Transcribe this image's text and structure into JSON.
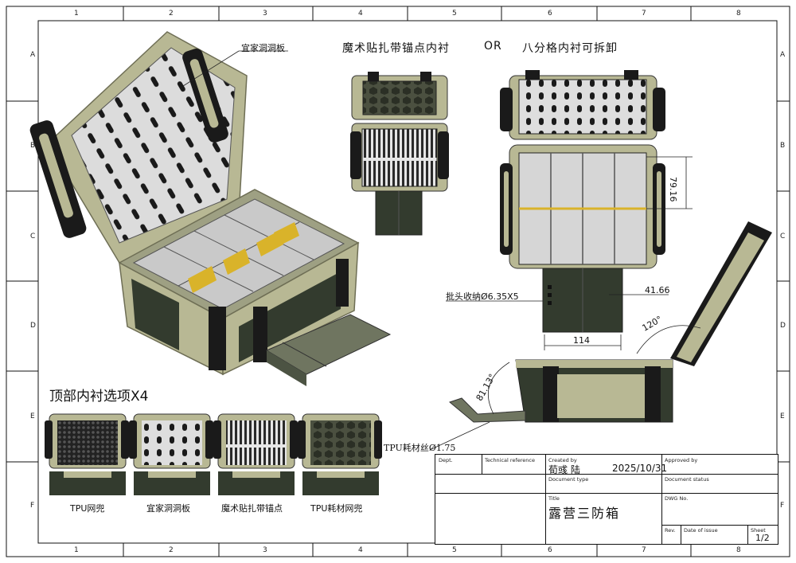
{
  "sheet_zones": {
    "cols": [
      "1",
      "2",
      "3",
      "4",
      "5",
      "6",
      "7",
      "8"
    ],
    "rows": [
      "A",
      "B",
      "C",
      "D",
      "E",
      "F"
    ]
  },
  "labels": {
    "pegboard_callout": "宜家洞洞板",
    "header_left": "魔术贴扎带锚点内衬",
    "header_or": "OR",
    "header_right": "八分格内衬可拆卸",
    "top_options": "顶部内衬选项X4",
    "bit_storage": "批头收纳Ø6.35X5",
    "tpu_filament": "TPU耗材丝Ø1.75"
  },
  "dimensions": {
    "height_79": "79.16",
    "width_41": "41.66",
    "width_114": "114",
    "angle_120": "120°",
    "angle_81": "81.13°"
  },
  "options": [
    {
      "label": "TPU网兜"
    },
    {
      "label": "宜家洞洞板"
    },
    {
      "label": "魔术贴扎带锚点"
    },
    {
      "label": "TPU耗材网兜"
    }
  ],
  "title_block": {
    "dept_label": "Dept.",
    "tech_ref_label": "Technical reference",
    "created_by_label": "Created by",
    "created_by": "荀彧 陆",
    "date": "2025/10/31",
    "approved_by_label": "Approved by",
    "doc_type_label": "Document type",
    "doc_status_label": "Document status",
    "title_label": "Title",
    "title": "露营三防箱",
    "dwg_label": "DWG No.",
    "rev_label": "Rev.",
    "date_issue_label": "Date of issue",
    "sheet_label": "Sheet",
    "sheet": "1/2"
  },
  "colors": {
    "olive": "#b8b894",
    "olive_dark": "#6e6e55",
    "dark_green": "#333b2e",
    "black": "#1a1a1a",
    "panel_grey": "#d6d6d6",
    "yellow": "#d9b32a",
    "dim_line": "#222222"
  }
}
